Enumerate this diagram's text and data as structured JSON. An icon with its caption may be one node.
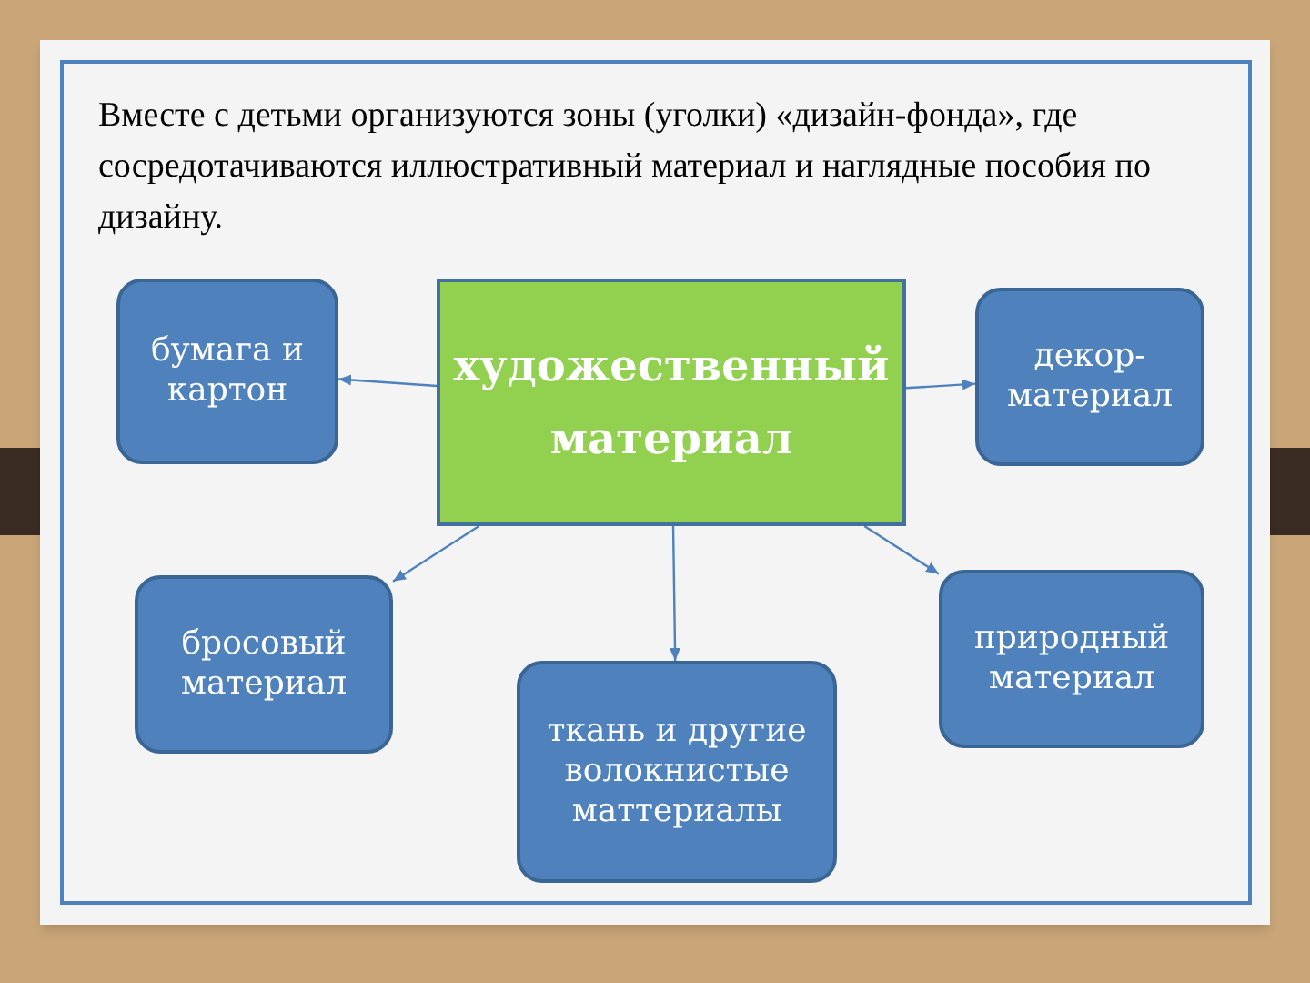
{
  "diagram": {
    "title": "Вместе с детьми организуются зоны (уголки) «дизайн-фонда», где сосредотачиваются иллюстративный материал и наглядные пособия по дизайну.",
    "nodes": [
      {
        "text": [
          "художественный материал"
        ]
      },
      {
        "text": [
          "бумага и картон"
        ]
      },
      {
        "text": [
          "декор-материал"
        ]
      },
      {
        "text": [
          "бросовый материал"
        ]
      },
      {
        "text": [
          "ткань и другие волокнистые маттериалы"
        ]
      },
      {
        "text": [
          "природный материал"
        ]
      }
    ],
    "edges": [
      {
        "from": 0,
        "to": 1,
        "arrow": "to"
      },
      {
        "from": 0,
        "to": 2,
        "arrow": "to"
      },
      {
        "from": 0,
        "to": 3,
        "arrow": "to"
      },
      {
        "from": 0,
        "to": 4,
        "arrow": "to"
      },
      {
        "from": 0,
        "to": 5,
        "arrow": "to"
      }
    ]
  }
}
